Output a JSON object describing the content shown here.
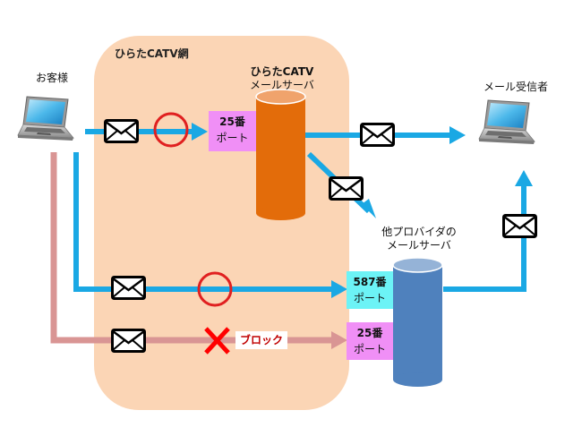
{
  "colors": {
    "background": "#ffffff",
    "catv_region": "#fbd5b5",
    "flow_ok": "#1aa8e4",
    "flow_blocked": "#d99594",
    "catv_server": "#e36c0a",
    "catv_server_top": "#f0a36c",
    "other_server": "#4f81bd",
    "other_server_top": "#95b3d7",
    "port25": "#f08ff6",
    "port587": "#6cf3f6",
    "ok_mark": "#e02020",
    "block_mark": "#ff0000",
    "block_text": "#c00000"
  },
  "labels": {
    "catv_network": "ひらたCATV網",
    "customer": "お客様",
    "catv_server_line1": "ひらたCATV",
    "catv_server_line2": "メールサーバ",
    "recipient": "メール受信者",
    "other_server_line1": "他プロバイダの",
    "other_server_line2": "メールサーバ",
    "block": "ブロック"
  },
  "ports": {
    "catv_port25": {
      "line1": "25番",
      "line2": "ポート"
    },
    "other_port587": {
      "line1": "587番",
      "line2": "ポート"
    },
    "other_port25": {
      "line1": "25番",
      "line2": "ポート"
    }
  },
  "icons": {
    "customer_pc": "laptop-icon",
    "recipient_pc": "laptop-icon",
    "mail": "envelope-icon",
    "allowed": "circle-ok-icon",
    "blocked": "cross-block-icon",
    "server": "cylinder-database-icon"
  },
  "flows": [
    {
      "from": "customer",
      "to": "catv_port25",
      "status": "allowed"
    },
    {
      "from": "catv_server",
      "to": "recipient",
      "status": "allowed"
    },
    {
      "from": "catv_server",
      "to": "other_server",
      "status": "allowed"
    },
    {
      "from": "customer",
      "to": "other_port587",
      "status": "allowed"
    },
    {
      "from": "customer",
      "to": "other_port25",
      "status": "blocked"
    },
    {
      "from": "other_server",
      "to": "recipient",
      "status": "allowed"
    }
  ]
}
